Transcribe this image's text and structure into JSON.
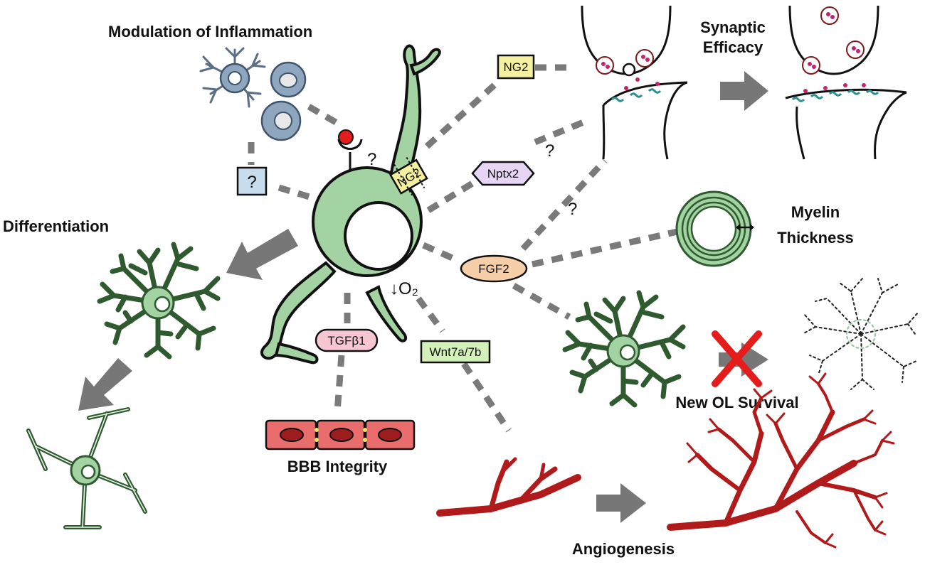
{
  "headings": {
    "inflammation": "Modulation of Inflammation",
    "synaptic_line1": "Synaptic",
    "synaptic_line2": "Efficacy",
    "myelin_line1": "Myelin",
    "myelin_line2": "Thickness",
    "differentiation": "Differentiation",
    "new_ol_survival": "New OL Survival",
    "bbb": "BBB Integrity",
    "angiogenesis": "Angiogenesis"
  },
  "factors": {
    "ng2_top": "NG2",
    "ng2_membrane": "NG2",
    "nptx2": "Nptx2",
    "fgf2": "FGF2",
    "tgfb1": "TGFβ1",
    "wnt": "Wnt7a/7b",
    "unknown_box": "?"
  },
  "question_marks": {
    "receptor": "?",
    "nptx2": "?",
    "myelin": "?"
  },
  "o2_label": "↓O₂",
  "colors": {
    "opc_green": "#a3d3a3",
    "ol_dark_green": "#2f5a2f",
    "ng2_yellow": "#f5f0a0",
    "nptx2_purple": "#e8d5f5",
    "fgf2_peach": "#f6cfa8",
    "tgfb1_pink": "#f6c7d3",
    "wnt_green": "#d2f0b8",
    "unknown_blue": "#c7dcec",
    "immune_blue": "#8fa7be",
    "vessel_red": "#b11a1a",
    "endothelial_red": "#e96d6d",
    "dashed_gray": "#7a7a7a",
    "block_red": "#e41c1c"
  }
}
